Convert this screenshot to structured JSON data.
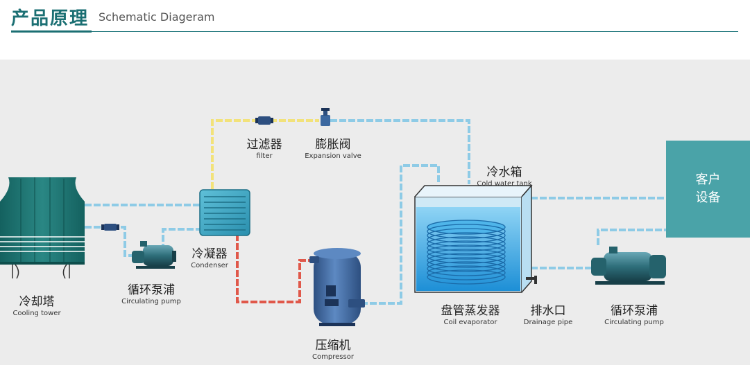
{
  "header": {
    "title_cn": "产品原理",
    "title_en": "Schematic Diageram"
  },
  "labels": {
    "filter": {
      "cn": "过滤器",
      "en": "filter"
    },
    "expansion_valve": {
      "cn": "膨胀阀",
      "en": "Expansion valve"
    },
    "cold_water_tank": {
      "cn": "冷水箱",
      "en": "Cold water tank"
    },
    "cooling_tower": {
      "cn": "冷却塔",
      "en": "Cooling tower"
    },
    "pump_left": {
      "cn": "循环泵浦",
      "en": "Circulating pump"
    },
    "condenser": {
      "cn": "冷凝器",
      "en": "Condenser"
    },
    "compressor": {
      "cn": "压缩机",
      "en": "Compressor"
    },
    "coil_evaporator": {
      "cn": "盘管蒸发器",
      "en": "Coil evaporator"
    },
    "drainage": {
      "cn": "排水口",
      "en": "Drainage pipe"
    },
    "pump_right": {
      "cn": "循环泵浦",
      "en": "Circulating pump"
    }
  },
  "customer": {
    "line1": "客户",
    "line2": "设备"
  },
  "colors": {
    "accent": "#1b6f73",
    "water_pipe": "#8ecbe6",
    "hot_pipe": "#e0584a",
    "refrigerant_pipe": "#f2e27a",
    "tower": "#1f7a7a",
    "compressor": "#3c68a0",
    "pump": "#2e6e7a",
    "tank_water": "#2ea0e0",
    "customer_box": "#4aa3a8"
  }
}
